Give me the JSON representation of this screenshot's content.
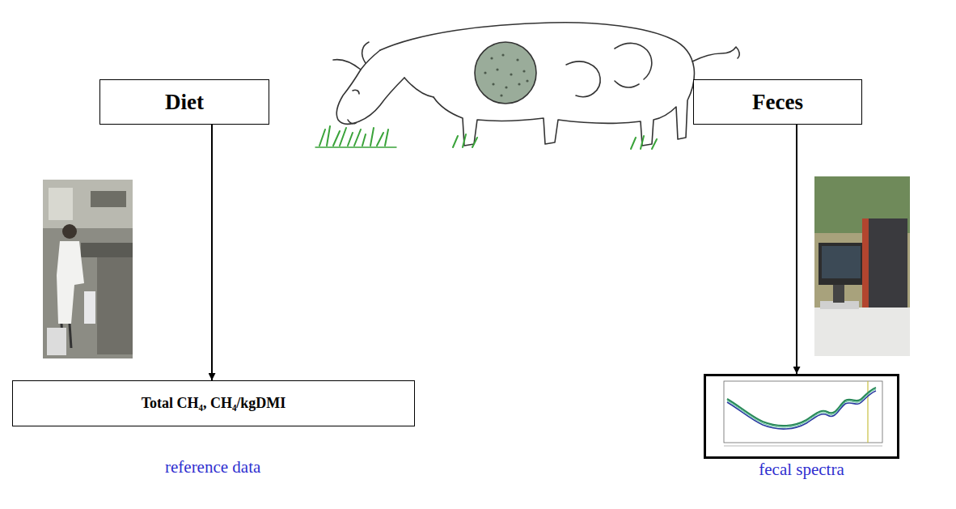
{
  "diagram": {
    "nodes": [
      {
        "text": [
          "Diet"
        ]
      },
      {
        "text": [
          "Feces"
        ]
      },
      {
        "text": [
          "Total CH₄, CH₄/kgDMI"
        ]
      },
      {
        "text": [
          "fecal spectra"
        ]
      }
    ],
    "edges": [
      {
        "from": 0,
        "to": 2,
        "arrow": "to"
      },
      {
        "from": 1,
        "to": 3,
        "arrow": "to"
      }
    ],
    "labels": [
      "reference data"
    ]
  }
}
